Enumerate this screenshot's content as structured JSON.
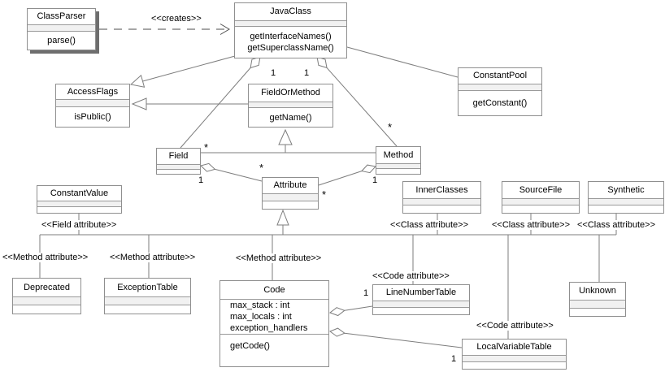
{
  "colors": {
    "line": "#7d7d7d",
    "dependency_line": "#4d4d4d",
    "box_border": "#8f8f8f",
    "box_fill": "#ffffff",
    "empty_compartment_tint": "#f1f1f1",
    "shadow": "#6e6e6e"
  },
  "stereotypes": {
    "creates": "<<creates>>",
    "field_attribute": "<<Field attribute>>",
    "class_attribute": "<<Class attribute>>",
    "method_attribute": "<<Method attribute>>",
    "code_attribute": "<<Code attribute>>"
  },
  "multiplicities": {
    "one": "1",
    "many": "*"
  },
  "classes": {
    "class_parser": {
      "name": "ClassParser",
      "methods": [
        "parse()"
      ]
    },
    "java_class": {
      "name": "JavaClass",
      "methods": [
        "getInterfaceNames()",
        "getSuperclassName()"
      ]
    },
    "constant_pool": {
      "name": "ConstantPool",
      "methods": [
        "getConstant()"
      ]
    },
    "access_flags": {
      "name": "AccessFlags",
      "methods": [
        "isPublic()"
      ]
    },
    "field_or_method": {
      "name": "FieldOrMethod",
      "methods": [
        "getName()"
      ]
    },
    "field": {
      "name": "Field"
    },
    "method": {
      "name": "Method"
    },
    "attribute": {
      "name": "Attribute"
    },
    "constant_value": {
      "name": "ConstantValue"
    },
    "inner_classes": {
      "name": "InnerClasses"
    },
    "source_file": {
      "name": "SourceFile"
    },
    "synthetic": {
      "name": "Synthetic"
    },
    "deprecated": {
      "name": "Deprecated"
    },
    "exception_table": {
      "name": "ExceptionTable"
    },
    "code": {
      "name": "Code",
      "attributes": [
        "max_stack : int",
        "max_locals : int",
        "exception_handlers"
      ],
      "methods": [
        "getCode()"
      ]
    },
    "line_number_table": {
      "name": "LineNumberTable"
    },
    "local_variable_table": {
      "name": "LocalVariableTable"
    },
    "unknown": {
      "name": "Unknown"
    }
  }
}
